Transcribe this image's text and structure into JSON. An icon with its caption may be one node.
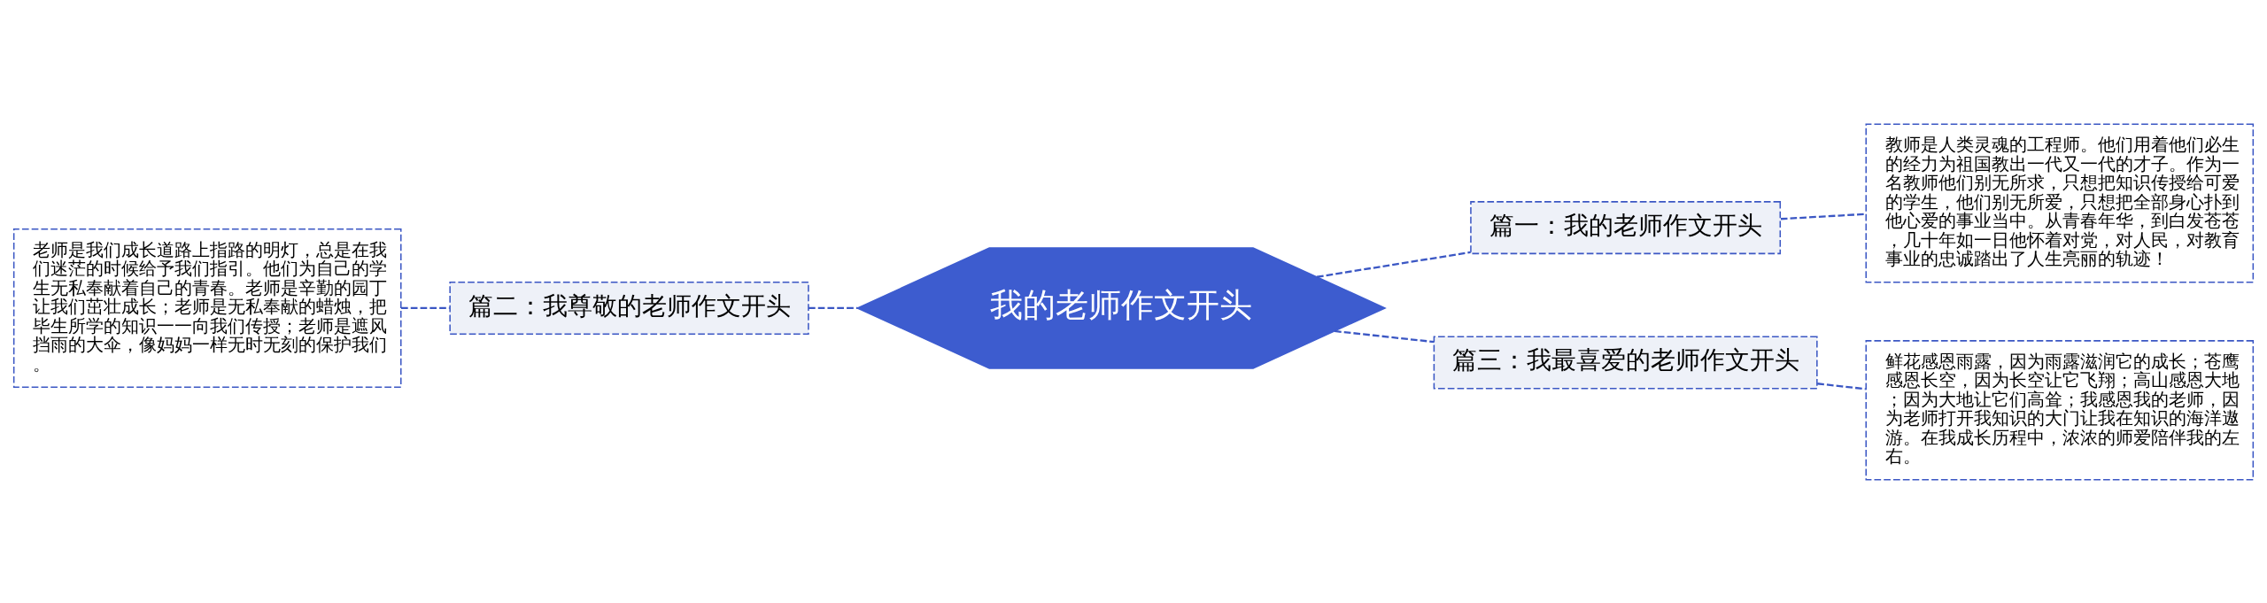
{
  "diagram": {
    "nodes": [
      {
        "text": [
          "我的老师作文开头"
        ]
      },
      {
        "text": [
          "篇一：我的老师作文开头"
        ]
      },
      {
        "text": [
          "教师是人类灵魂的工程师。他们用着他们必生的经力为祖国教出一代又一代的才子。作为一名教师他们别无所求，只想把知识传授给可爱的学生，他们别无所爱，只想把全部身心扑到他心爱的事业当中。从青春年华，到白发苍苍，几十年如一日他怀着对党，对人民，对教育事业的忠诚踏出了人生亮丽的轨迹！"
        ]
      },
      {
        "text": [
          "篇二：我尊敬的老师作文开头"
        ]
      },
      {
        "text": [
          "老师是我们成长道路上指路的明灯，总是在我们迷茫的时候给予我们指引。他们为自己的学生无私奉献着自己的青春。老师是辛勤的园丁让我们茁壮成长；老师是无私奉献的蜡烛，把毕生所学的知识一一向我们传授；老师是遮风挡雨的大伞，像妈妈一样无时无刻的保护我们。"
        ]
      },
      {
        "text": [
          "篇三：我最喜爱的老师作文开头"
        ]
      },
      {
        "text": [
          "鲜花感恩雨露，因为雨露滋润它的成长；苍鹰感恩长空，因为长空让它飞翔；高山感恩大地；因为大地让它们高耸；我感恩我的老师，因为老师打开我知识的大门让我在知识的海洋遨游。在我成长历程中，浓浓的师爱陪伴我的左右。"
        ]
      }
    ],
    "edges": [
      {
        "from": 0,
        "to": 1,
        "arrow": "none",
        "style": "dashed"
      },
      {
        "from": 1,
        "to": 2,
        "arrow": "none",
        "style": "dashed"
      },
      {
        "from": 0,
        "to": 3,
        "arrow": "none",
        "style": "dashed"
      },
      {
        "from": 3,
        "to": 4,
        "arrow": "none",
        "style": "dashed"
      },
      {
        "from": 0,
        "to": 5,
        "arrow": "none",
        "style": "dashed"
      },
      {
        "from": 5,
        "to": 6,
        "arrow": "none",
        "style": "dashed"
      }
    ]
  }
}
